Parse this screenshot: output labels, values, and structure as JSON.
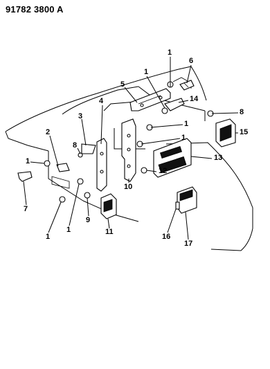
{
  "header": {
    "part_number": "91782 3800 A"
  },
  "callouts": [
    {
      "id": "c1a",
      "label": "1"
    },
    {
      "id": "c6",
      "label": "6"
    },
    {
      "id": "c1b",
      "label": "1"
    },
    {
      "id": "c5",
      "label": "5"
    },
    {
      "id": "c14",
      "label": "14"
    },
    {
      "id": "c4",
      "label": "4"
    },
    {
      "id": "c3",
      "label": "3"
    },
    {
      "id": "c8a",
      "label": "8"
    },
    {
      "id": "c8b",
      "label": "8"
    },
    {
      "id": "c1c",
      "label": "1"
    },
    {
      "id": "c15",
      "label": "15"
    },
    {
      "id": "c2",
      "label": "2"
    },
    {
      "id": "c1d",
      "label": "1"
    },
    {
      "id": "c1e",
      "label": "1"
    },
    {
      "id": "c13",
      "label": "13"
    },
    {
      "id": "c12",
      "label": "12"
    },
    {
      "id": "c10",
      "label": "10"
    },
    {
      "id": "c7",
      "label": "7"
    },
    {
      "id": "c9",
      "label": "9"
    },
    {
      "id": "c1f",
      "label": "1"
    },
    {
      "id": "c1g",
      "label": "1"
    },
    {
      "id": "c11",
      "label": "11"
    },
    {
      "id": "c16",
      "label": "16"
    },
    {
      "id": "c17",
      "label": "17"
    }
  ]
}
